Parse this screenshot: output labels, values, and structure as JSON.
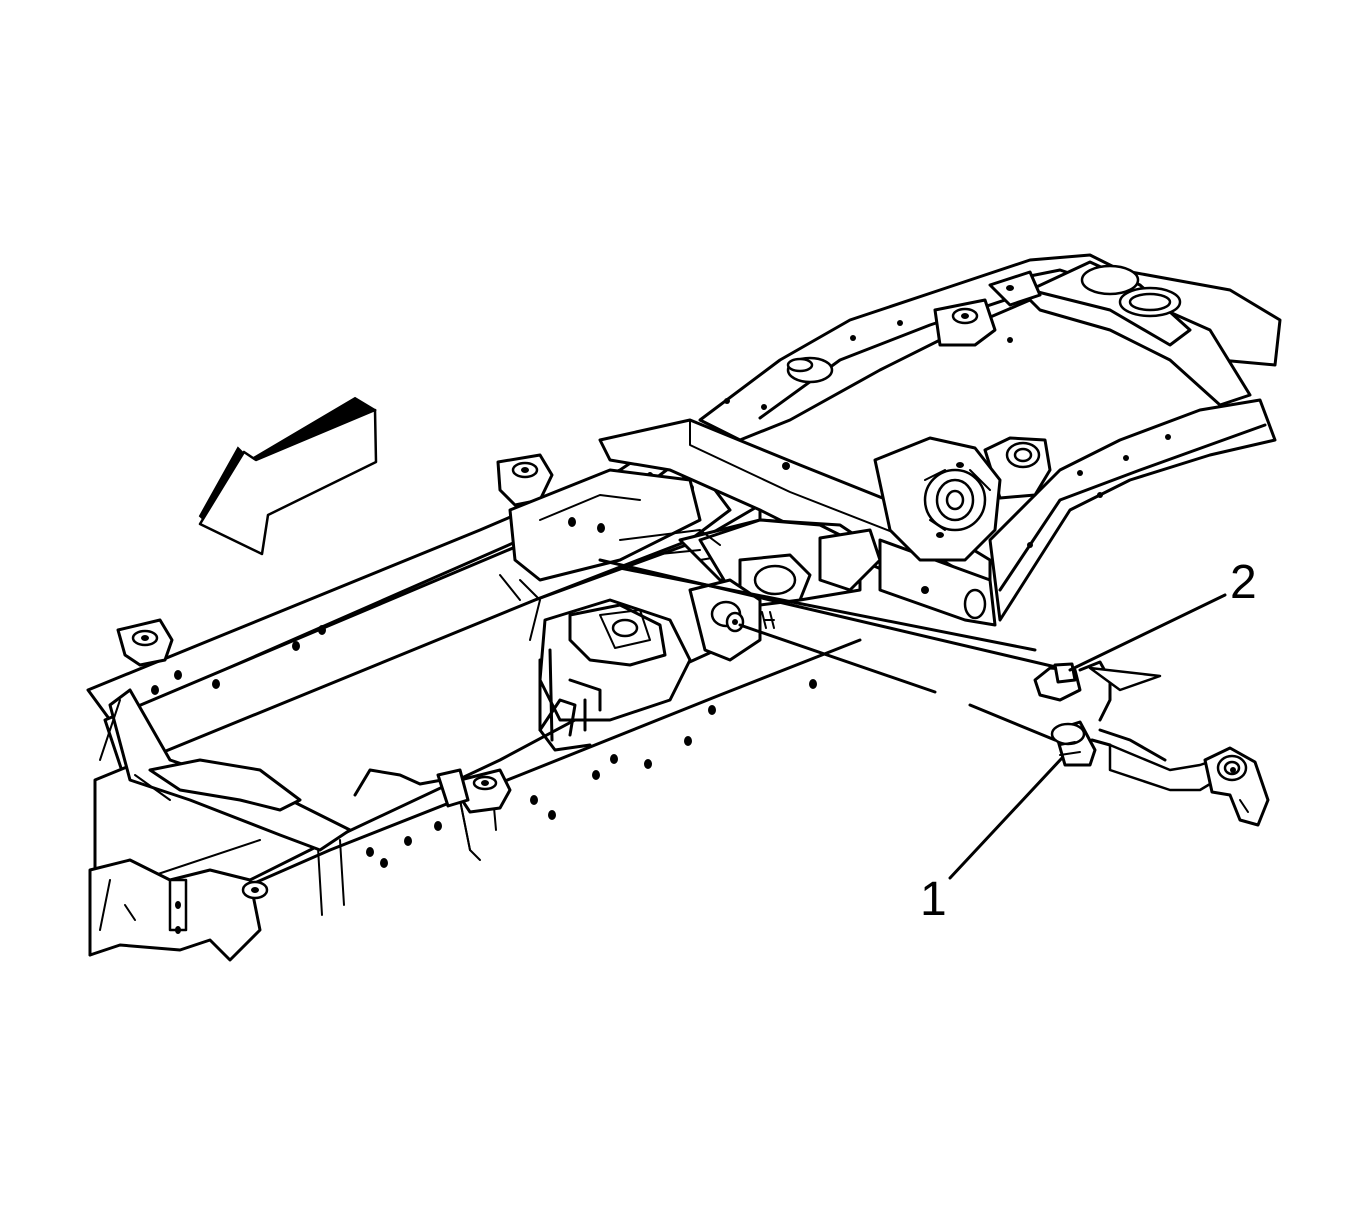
{
  "diagram": {
    "callouts": [
      {
        "id": "1",
        "label": "1",
        "part": "front-cable-grommet"
      },
      {
        "id": "2",
        "label": "2",
        "part": "cable-retainer-clip"
      }
    ],
    "direction_arrow": {
      "icon": "arrow-front-left-icon",
      "meaning": "vehicle-front"
    },
    "colors": {
      "line": "#000000",
      "background": "#ffffff"
    }
  }
}
